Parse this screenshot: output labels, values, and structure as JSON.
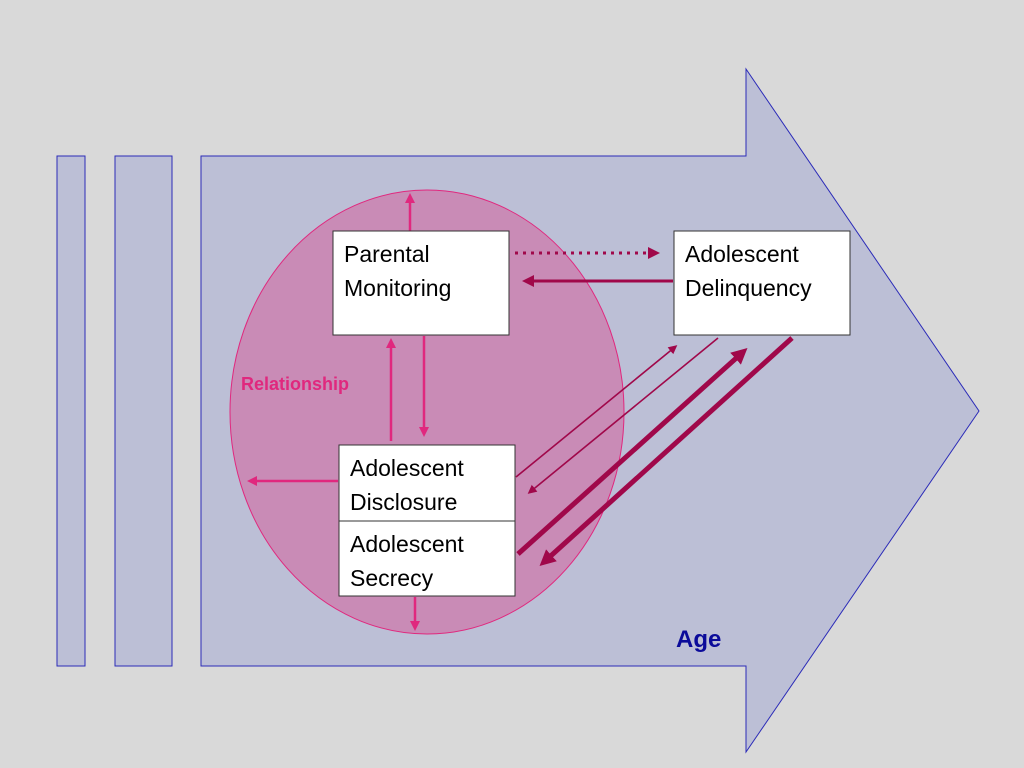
{
  "colors": {
    "background": "#d9d9d9",
    "band_fill": "#bcbfd6",
    "band_stroke": "#2b2bb8",
    "circle_fill": "#c98bb6",
    "circle_stroke": "#e0287e",
    "pink_arrow": "#e0287e",
    "dark_arrow": "#a0084a",
    "age_text": "#0b0b9a",
    "box_fill": "#ffffff",
    "box_stroke": "#333333"
  },
  "nodes": {
    "parental_monitoring": {
      "line1": "Parental",
      "line2": "Monitoring"
    },
    "adolescent_delinquency": {
      "line1": "Adolescent",
      "line2": "Delinquency"
    },
    "adolescent_disclosure": {
      "line1": "Adolescent",
      "line2": "Disclosure"
    },
    "adolescent_secrecy": {
      "line1": "Adolescent",
      "line2": "Secrecy"
    }
  },
  "labels": {
    "relationship": "Relationship",
    "age": "Age"
  }
}
